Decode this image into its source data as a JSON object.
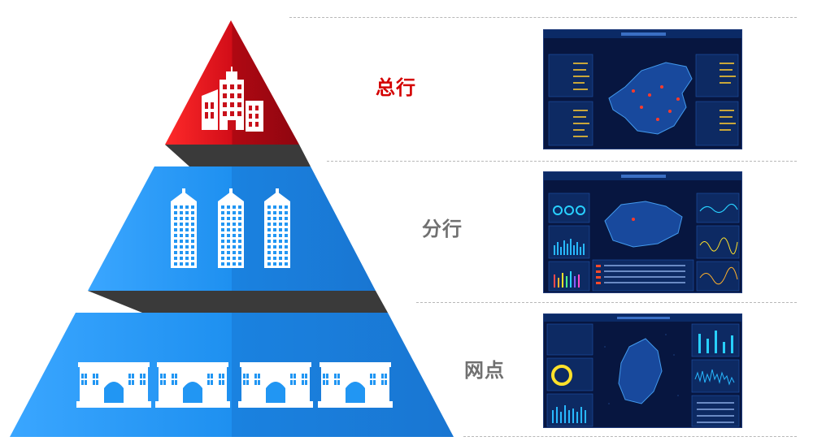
{
  "tiers": [
    {
      "name": "headquarters",
      "label": "总行",
      "color": "#d40000"
    },
    {
      "name": "branch",
      "label": "分行",
      "color": "#707070"
    },
    {
      "name": "outlet",
      "label": "网点",
      "color": "#707070"
    }
  ],
  "colors": {
    "pyramid_red": "#c8101a",
    "pyramid_blue": "#2196f3",
    "separator_dark": "#3a3a3a",
    "dashboard_bg": "#06123a"
  },
  "icons": [
    "office-building-icon",
    "skyscraper-icon",
    "bank-branch-icon"
  ]
}
